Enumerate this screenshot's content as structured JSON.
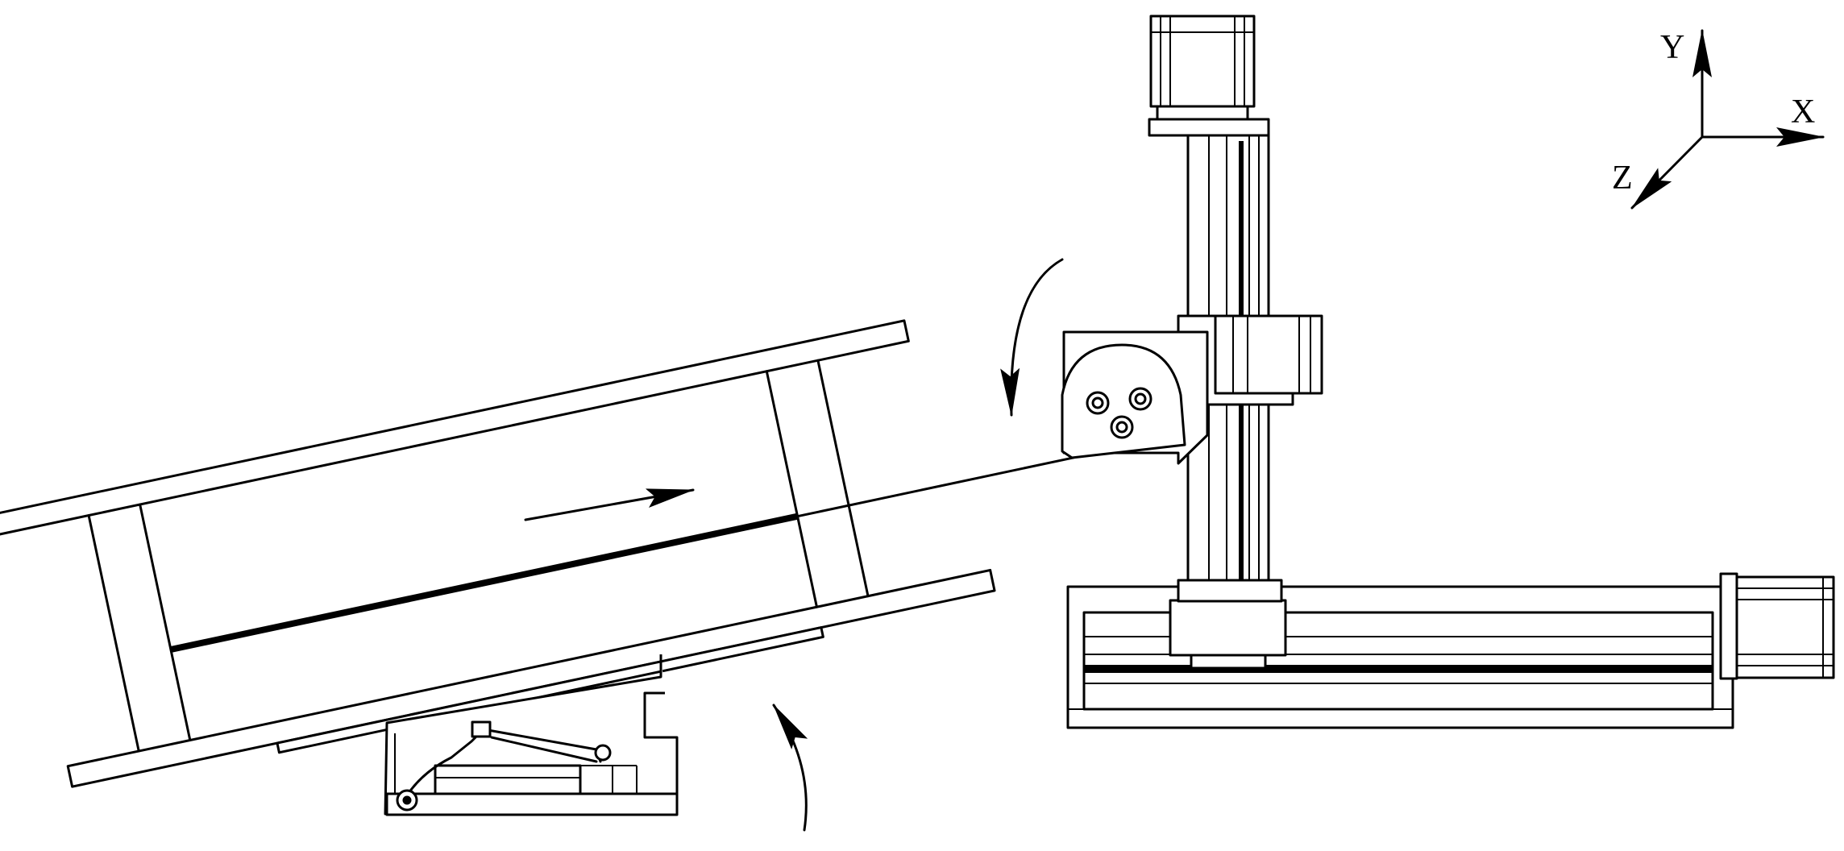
{
  "axes": {
    "x_label": "X",
    "y_label": "Y",
    "z_label": "Z"
  },
  "colors": {
    "line": "#000000",
    "background": "#ffffff"
  }
}
